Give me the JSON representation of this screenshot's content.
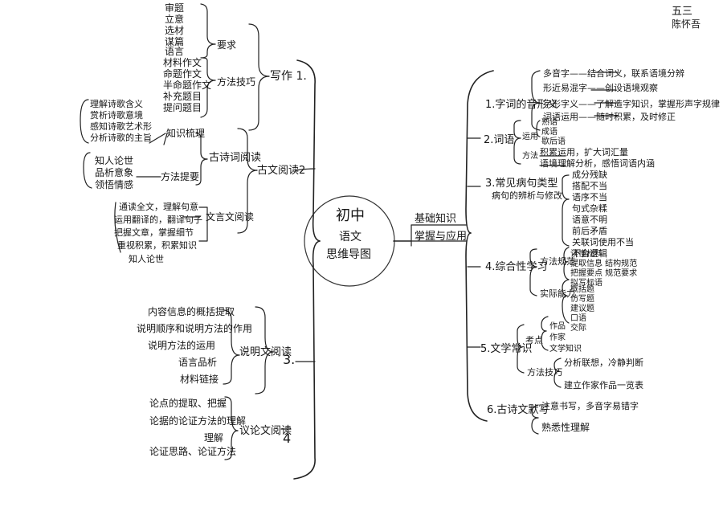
{
  "corner": {
    "line1": "五三",
    "line2": "陈怀吾"
  },
  "center": {
    "line1": "初中",
    "line2": "语文",
    "line3": "思维导图"
  },
  "mid_branch": {
    "a": "基础知识",
    "b": "掌握与应用"
  },
  "left": {
    "writing": {
      "title": "写作 1.",
      "req_label": "要求",
      "req_items": [
        "审题",
        "立意",
        "选材",
        "谋篇",
        "语言"
      ],
      "method_label": "方法技巧",
      "method_items": [
        "材料作文",
        "命题作文",
        "半命题作文",
        "补充题目",
        "提问题目"
      ]
    },
    "classical": {
      "title": "古文阅读2",
      "poem_label": "古诗词阅读",
      "knowledge": "知识梳理",
      "poem_items": [
        "理解诗歌含义",
        "赏析诗歌意境",
        "感知诗歌艺术形",
        "分析诗歌的主旨"
      ],
      "method": "方法提要",
      "method_items": [
        "知人论世",
        "品析意象",
        "领悟情感"
      ],
      "prose_label": "文言文阅读",
      "prose_items": [
        "通读全文，理解句意",
        "运用翻译的，翻译句子",
        "把握文章，掌握细节",
        "重视积累，积累知识",
        "知人论世"
      ]
    },
    "expository": {
      "title": "说明文阅读",
      "num": "3.",
      "items": [
        "内容信息的概括提取",
        "说明顺序和说明方法的作用",
        "说明方法的运用",
        "语言品析",
        "材料链接"
      ]
    },
    "argument": {
      "title": "议论文阅读",
      "num": "4",
      "items": [
        "论点的提取、把握",
        "论据的论证方法的理解",
        "理解",
        "论证思路、论证方法"
      ]
    }
  },
  "right": {
    "b1": {
      "title": "1.字词的音形义",
      "items": [
        "多音字——结合词义，联系语境分辨",
        "形近易混字——创设语境观察",
        "字形字义——了解造字知识，掌握形声字规律",
        "词语运用——随时积累，及时修正"
      ]
    },
    "b2": {
      "title": "2.词语",
      "label_a": "运用",
      "label_b": "方法",
      "items": [
        "熟语",
        "成语",
        "歇后语"
      ],
      "method_items": [
        "积累运用，扩大词汇量",
        "语境理解分析，感悟词语内涵"
      ]
    },
    "b3": {
      "title": "3.常见病句类型",
      "subtitle": "病句的辨析与修改",
      "items": [
        "成分残缺",
        "搭配不当",
        "语序不当",
        "句式杂糅",
        "语意不明",
        "前后矛盾",
        "关联词使用不当",
        "不合逻辑"
      ]
    },
    "b4": {
      "title": "4.综合性学习",
      "a_label": "方法规范",
      "a_items": [
        "读懂材料",
        "提取信息 结构规范",
        "把握要点 规范要求",
        "拟写标语"
      ],
      "b_label": "实际能力",
      "b_items": [
        "概括题",
        "仿写题",
        "建议题",
        "口语",
        "交际"
      ]
    },
    "b5": {
      "title": "5.文学常识",
      "a_label": "考点",
      "a_items": [
        "作品",
        "作家",
        "文学知识"
      ],
      "b_label": "方法技巧",
      "b_items": [
        "分析联想，冷静判断",
        "建立作家作品一览表"
      ]
    },
    "b6": {
      "title": "6.古诗文默写",
      "items": [
        "注意书写，多音字易错字",
        "熟悉性理解"
      ]
    }
  }
}
